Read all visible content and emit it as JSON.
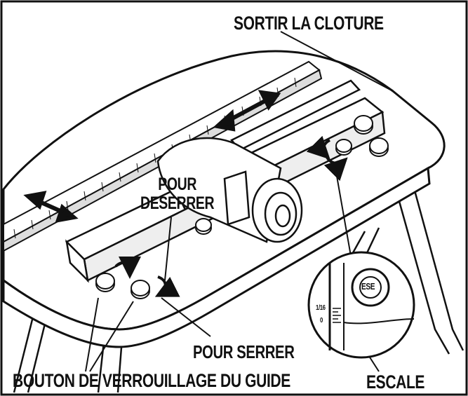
{
  "labels": {
    "sortir": "SORTIR LA CLOTURE",
    "desserrer_1": "POUR",
    "desserrer_2": "DESERRER",
    "serrer": "POUR SERRER",
    "bouton": "BOUTON DE VERROUILLAGE DU GUIDE",
    "escale": "ESCALE"
  },
  "inset": {
    "dial_text": "ESE",
    "scale_top": "1/16",
    "scale_zero": "0"
  }
}
